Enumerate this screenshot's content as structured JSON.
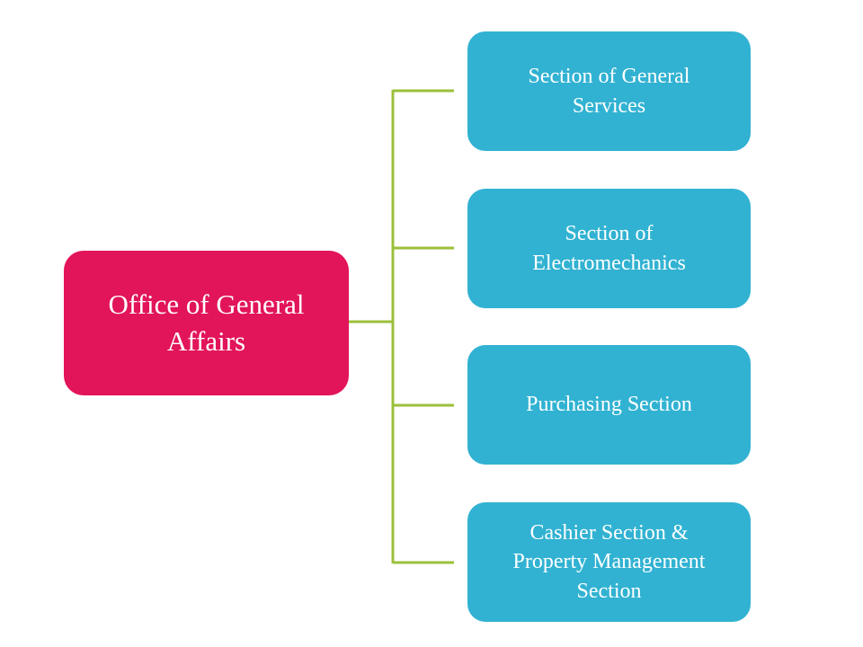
{
  "colors": {
    "root_fill": "#E2145A",
    "child_fill": "#31B2D2",
    "connector": "#9BC03A",
    "text": "#FFFFFF",
    "background": "#FFFFFF"
  },
  "diagram": {
    "type": "org-chart",
    "root": {
      "label": "Office of General\nAffairs"
    },
    "children": [
      {
        "label": "Section of General\nServices"
      },
      {
        "label": "Section of\nElectromechanics"
      },
      {
        "label": "Purchasing Section"
      },
      {
        "label": "Cashier Section &\nProperty Management\nSection"
      }
    ]
  }
}
